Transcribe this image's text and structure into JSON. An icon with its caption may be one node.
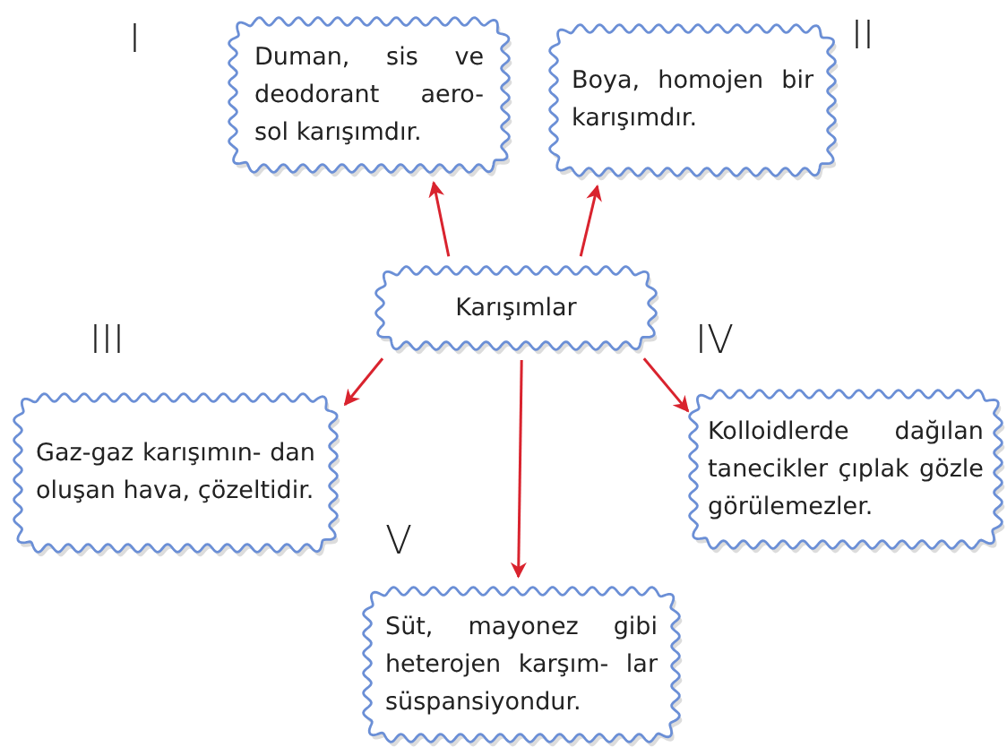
{
  "diagram": {
    "nodes": [
      {
        "text": [
          "Karışımlar"
        ]
      },
      {
        "text": [
          "Duman, sis ve deodorant aero- sol karışımdır."
        ],
        "beside": [
          "I"
        ]
      },
      {
        "text": [
          "Boya, homojen bir karışımdır."
        ],
        "beside": [
          "II"
        ]
      },
      {
        "text": [
          "Gaz-gaz karışımın- dan oluşan hava, çözeltidir."
        ],
        "beside": [
          "III"
        ]
      },
      {
        "text": [
          "Kolloidlerde dağılan tanecikler çıplak gözle görülemezler."
        ],
        "beside": [
          "IV"
        ]
      },
      {
        "text": [
          "Süt, mayonez gibi heterojen karşım- lar süspansiyondur."
        ],
        "beside": [
          "V"
        ]
      }
    ],
    "edges": [
      {
        "from": 0,
        "to": 1,
        "arrow": "to"
      },
      {
        "from": 0,
        "to": 2,
        "arrow": "to"
      },
      {
        "from": 0,
        "to": 3,
        "arrow": "to"
      },
      {
        "from": 0,
        "to": 4,
        "arrow": "to"
      },
      {
        "from": 0,
        "to": 5,
        "arrow": "to"
      }
    ]
  }
}
